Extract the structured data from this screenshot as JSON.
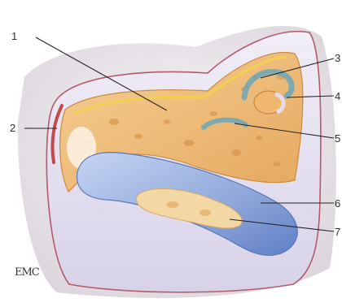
{
  "labels": {
    "l1": "1",
    "l2": "2",
    "l3": "3",
    "l4": "4",
    "l5": "5",
    "l6": "6",
    "l7": "7"
  },
  "watermark": "EMC",
  "colors": {
    "outer_skin": "#e7e3e7",
    "capsule_border": "#b9a6c9",
    "membrane": "#ebe7f3",
    "cartilage": "#efbd7a",
    "cartilage_dark": "#d9994f",
    "blue_canal": "#8ea6d9",
    "blue_light": "#c9d6f3",
    "red_edge": "#c44a4a",
    "bone_ring": "#7fa9b0",
    "leader": "#222222"
  }
}
